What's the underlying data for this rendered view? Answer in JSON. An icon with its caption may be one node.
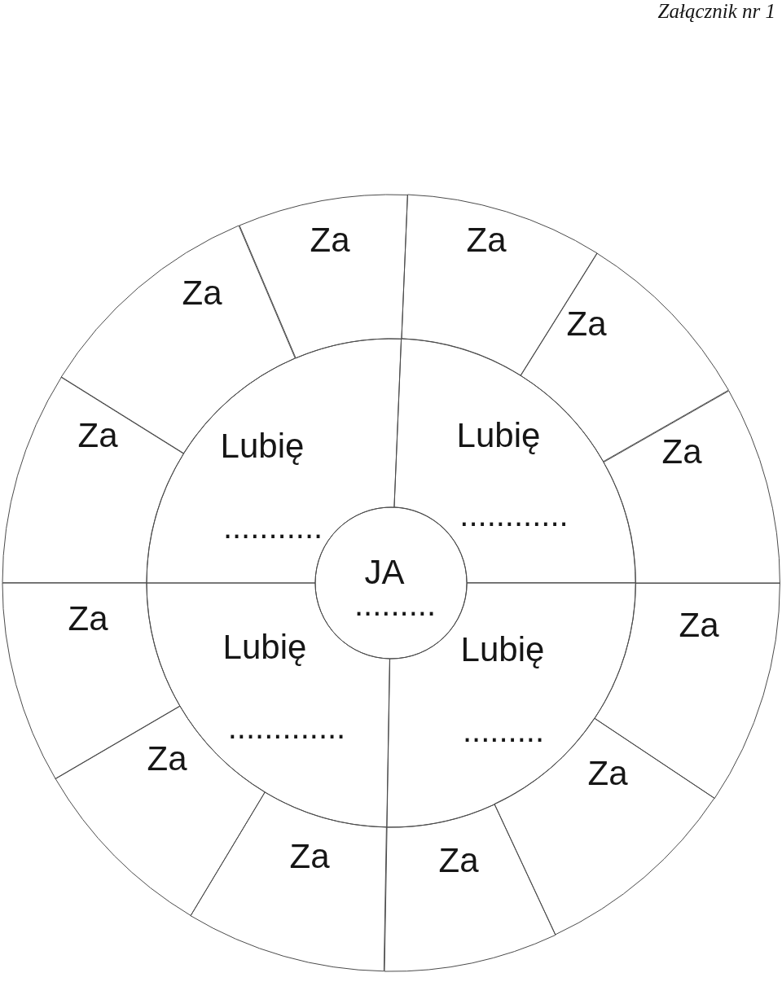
{
  "diagram": {
    "title": "Załącznik nr 1",
    "nodes": [
      {
        "text": [
          "JA",
          "........."
        ]
      },
      {
        "text": [
          "Lubię",
          "..........."
        ]
      },
      {
        "text": [
          "Lubię",
          "............"
        ]
      },
      {
        "text": [
          "Lubię",
          "............."
        ]
      },
      {
        "text": [
          "Lubię",
          "........."
        ]
      },
      {
        "text": [
          "Za"
        ]
      },
      {
        "text": [
          "Za"
        ]
      },
      {
        "text": [
          "Za"
        ]
      },
      {
        "text": [
          "Za"
        ]
      },
      {
        "text": [
          "Za"
        ]
      },
      {
        "text": [
          "Za"
        ]
      },
      {
        "text": [
          "Za"
        ]
      },
      {
        "text": [
          "Za"
        ]
      },
      {
        "text": [
          "Za"
        ]
      },
      {
        "text": [
          "Za"
        ]
      },
      {
        "text": [
          "Za"
        ]
      },
      {
        "text": [
          "Za"
        ]
      }
    ]
  }
}
